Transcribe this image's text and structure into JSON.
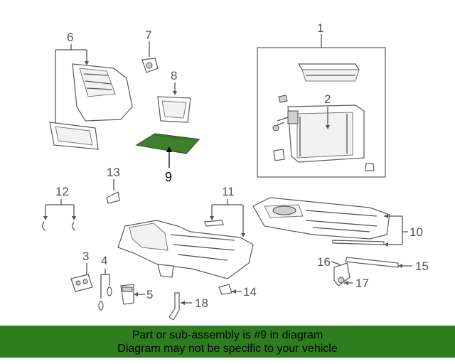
{
  "callouts": {
    "c1": "1",
    "c2": "2",
    "c3": "3",
    "c4": "4",
    "c5": "5",
    "c6": "6",
    "c7": "7",
    "c8": "8",
    "c9": "9",
    "c10": "10",
    "c11": "11",
    "c12": "12",
    "c13": "13",
    "c14": "14",
    "c15": "15",
    "c16": "16",
    "c17": "17",
    "c18": "18"
  },
  "highlight": {
    "part_number": "9",
    "color": "#3f7f2f",
    "outline": "#2e5e22"
  },
  "footer": {
    "line1": "Part or sub-assembly is #9 in diagram",
    "line2": "Diagram may not be specific to your vehicle",
    "background": "#2e7d1e"
  }
}
